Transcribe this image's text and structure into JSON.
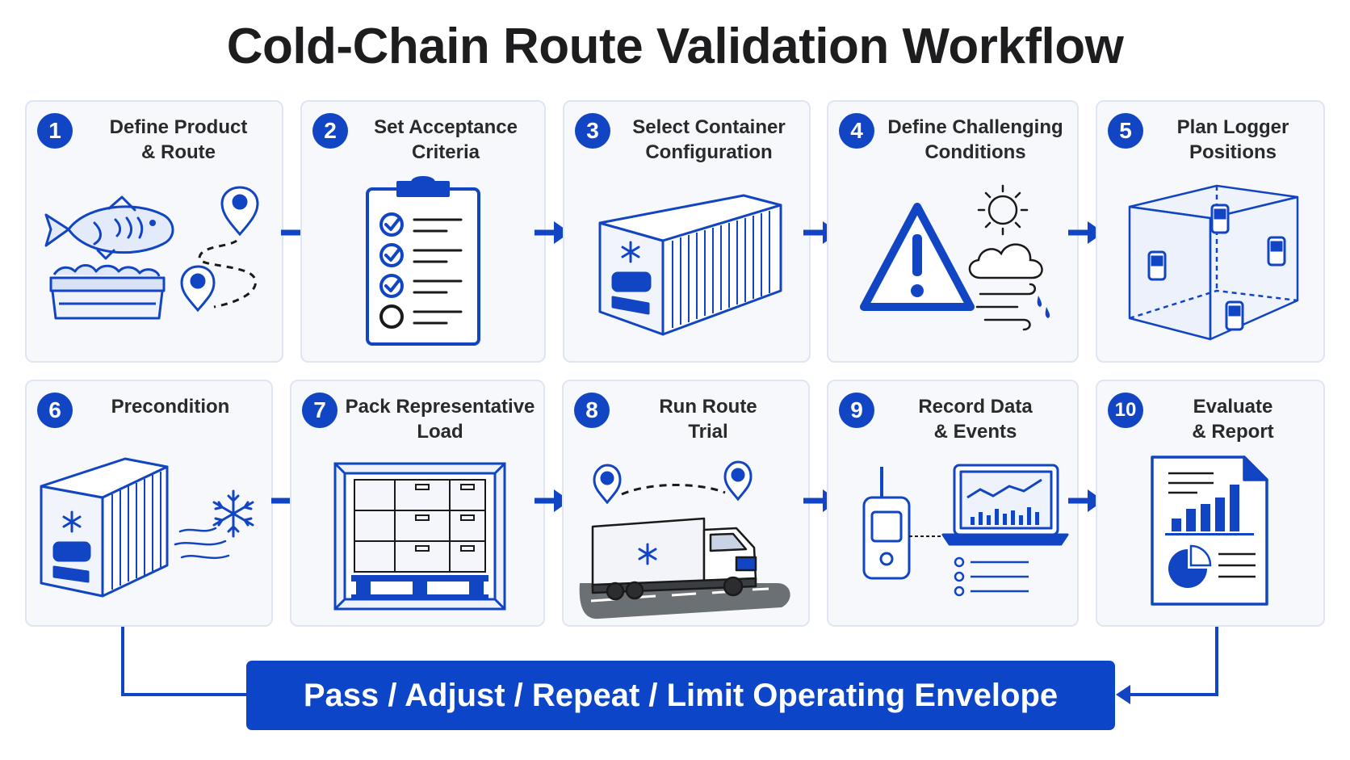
{
  "title": "Cold-Chain Route Validation Workflow",
  "colors": {
    "accent": "#1145c3",
    "banner": "#0d45c9",
    "card_bg": "#f6f8fc",
    "card_border": "#dfe6f1"
  },
  "steps": [
    {
      "number": "1",
      "label": "Define Product\n& Route",
      "icon": "fish-ice-route-icon"
    },
    {
      "number": "2",
      "label": "Set Acceptance\nCriteria",
      "icon": "checklist-clipboard-icon"
    },
    {
      "number": "3",
      "label": "Select Container\nConfiguration",
      "icon": "reefer-container-icon"
    },
    {
      "number": "4",
      "label": "Define Challenging\nConditions",
      "icon": "warning-weather-icon"
    },
    {
      "number": "5",
      "label": "Plan Logger\nPositions",
      "icon": "logger-cube-icon"
    },
    {
      "number": "6",
      "label": "Precondition",
      "icon": "container-cooling-icon"
    },
    {
      "number": "7",
      "label": "Pack Representative\nLoad",
      "icon": "packed-load-icon"
    },
    {
      "number": "8",
      "label": "Run Route\nTrial",
      "icon": "reefer-truck-icon"
    },
    {
      "number": "9",
      "label": "Record Data\n& Events",
      "icon": "logger-laptop-icon"
    },
    {
      "number": "10",
      "label": "Evaluate\n& Report",
      "icon": "report-document-icon"
    }
  ],
  "outcome": {
    "label": "Pass / Adjust / Repeat / Limit Operating Envelope"
  }
}
